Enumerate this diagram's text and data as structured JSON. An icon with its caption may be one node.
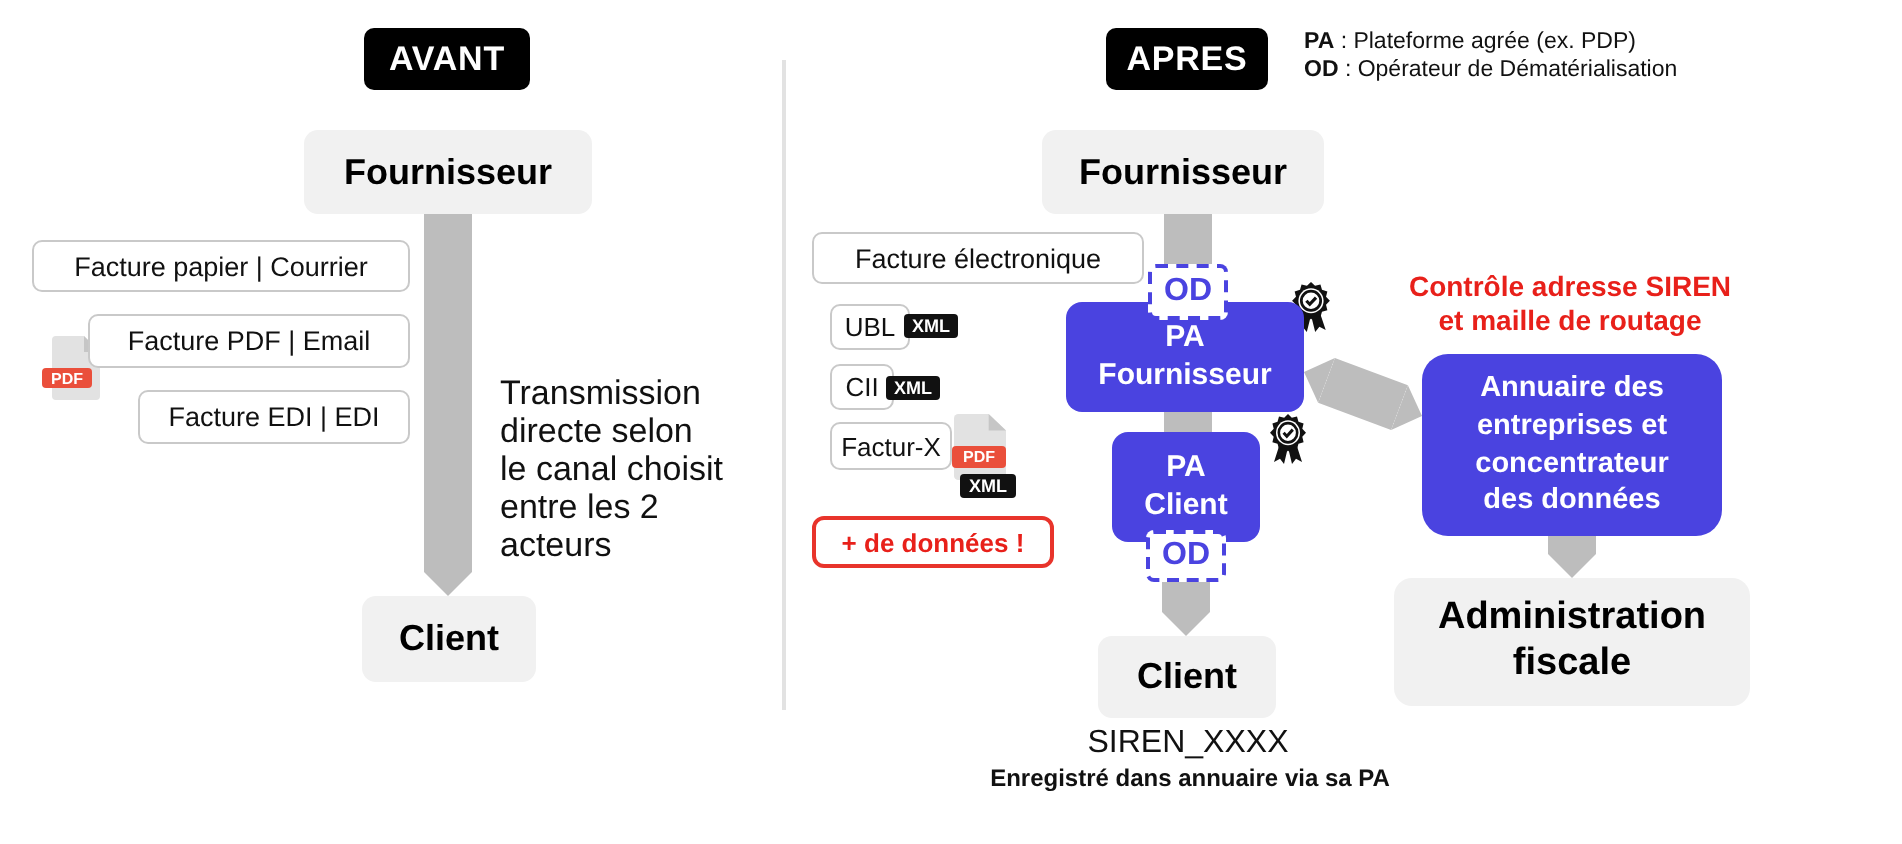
{
  "diagram": {
    "nodes": [
      {
        "text": [
          "AVANT"
        ]
      },
      {
        "text": [
          "Fournisseur"
        ]
      },
      {
        "text": [
          "Facture papier | Courrier"
        ]
      },
      {
        "text": [
          "Facture PDF | Email"
        ],
        "beside": [
          "PDF"
        ]
      },
      {
        "text": [
          "Facture EDI | EDI"
        ]
      },
      {
        "text": [
          "Client"
        ]
      },
      {
        "text": [
          "APRES"
        ]
      },
      {
        "text": [
          "Fournisseur"
        ]
      },
      {
        "text": [
          "Facture électronique"
        ]
      },
      {
        "text": [
          "UBL"
        ],
        "beside": [
          "XML"
        ]
      },
      {
        "text": [
          "CII"
        ],
        "beside": [
          "XML"
        ]
      },
      {
        "text": [
          "Factur-X"
        ],
        "beside": [
          "PDF",
          "XML"
        ]
      },
      {
        "text": [
          "+ de données !"
        ]
      },
      {
        "text": [
          "OD"
        ]
      },
      {
        "text": [
          "PA Fournisseur"
        ]
      },
      {
        "text": [
          "PA Client"
        ]
      },
      {
        "text": [
          "OD"
        ]
      },
      {
        "text": [
          "Client"
        ],
        "beside": [
          "SIREN_XXXX",
          "Enregistré dans annuaire via sa PA"
        ]
      },
      {
        "text": [
          "Annuaire des entreprises et concentrateur des données"
        ],
        "beside": [
          "Contrôle adresse SIREN et maille de routage"
        ]
      },
      {
        "text": [
          "Administration fiscale"
        ]
      }
    ],
    "edges": [
      {
        "from": 1,
        "to": 5,
        "arrow": "to",
        "label": "Transmission directe selon le canal choisit entre les 2 acteurs"
      },
      {
        "from": 7,
        "to": 13,
        "arrow": "none"
      },
      {
        "from": 14,
        "to": 15,
        "arrow": "none"
      },
      {
        "from": 16,
        "to": 17,
        "arrow": "to"
      },
      {
        "from": 14,
        "to": 18,
        "arrow": "both"
      },
      {
        "from": 18,
        "to": 19,
        "arrow": "to"
      }
    ],
    "labels": [
      "**PA** : Plateforme agrée (ex. PDP)",
      "**OD** : Opérateur de Dématérialisation"
    ]
  }
}
